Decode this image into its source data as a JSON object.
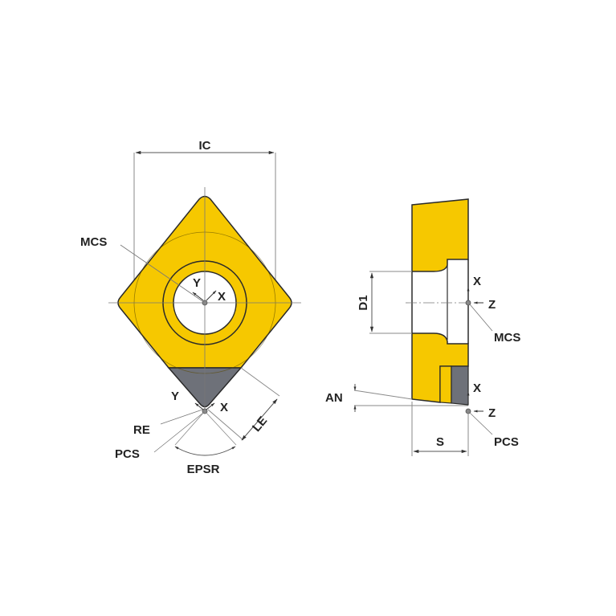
{
  "colors": {
    "insert_body": "#F6C800",
    "cutting_tip": "#6E7179",
    "outline": "#2a2a2a",
    "dim_line": "#8a8a8a",
    "text": "#222222",
    "background": "#ffffff"
  },
  "front_view": {
    "labels": {
      "ic": "IC",
      "mcs": "MCS",
      "axis_y_center": "Y",
      "axis_x_center": "X",
      "axis_y_tip": "Y",
      "axis_x_tip": "X",
      "le": "LE",
      "re": "RE",
      "pcs": "PCS",
      "epsr": "EPSR"
    }
  },
  "side_view": {
    "labels": {
      "d1": "D1",
      "axis_x_mcs": "X",
      "axis_z_mcs": "Z",
      "mcs": "MCS",
      "an": "AN",
      "axis_x_pcs": "X",
      "axis_z_pcs": "Z",
      "pcs": "PCS",
      "s": "S"
    }
  }
}
